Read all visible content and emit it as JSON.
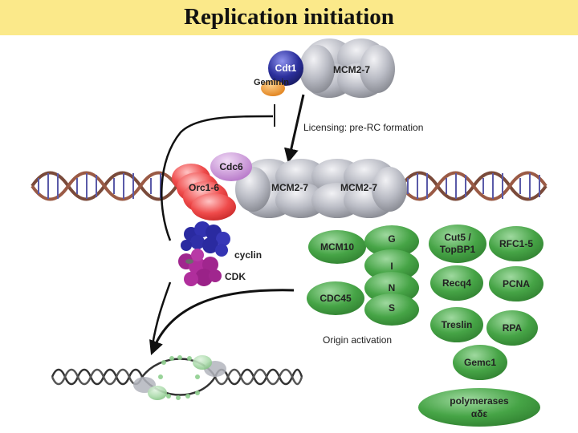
{
  "title": "Replication initiation",
  "labels": {
    "cdt1": "Cdt1",
    "geminin": "Geminin",
    "mcm_top": "MCM2-7",
    "licensing": "Licensing: pre-RC formation",
    "cdc6": "Cdc6",
    "orc": "Orc1-6",
    "mcm_left": "MCM2-7",
    "mcm_right": "MCM2-7",
    "cyclin": "cyclin",
    "cdk": "CDK",
    "mcm10": "MCM10",
    "cdc45": "CDC45",
    "gins_g": "G",
    "gins_i": "I",
    "gins_n": "N",
    "gins_s": "S",
    "cut5_line1": "Cut5 /",
    "cut5_line2": "TopBP1",
    "rfc": "RFC1-5",
    "recq4": "Recq4",
    "pcna": "PCNA",
    "treslin": "Treslin",
    "rpa": "RPA",
    "gemc1": "Gemc1",
    "polymerases_line1": "polymerases",
    "polymerases_line2": "αδε",
    "origin_activation": "Origin activation"
  },
  "colors": {
    "title_bg": "#fbe98a",
    "mcm_gray": "#b9bbc4",
    "cdt1_blue": "#2b2f9c",
    "geminin_orange": "#ee9a2c",
    "cdc6_purple": "#c990d6",
    "orc_red": "#ef4b4b",
    "cyclin_blue": "#2a2aa0",
    "cdk_magenta": "#a0268e",
    "factor_green": "#3f9e3f"
  }
}
